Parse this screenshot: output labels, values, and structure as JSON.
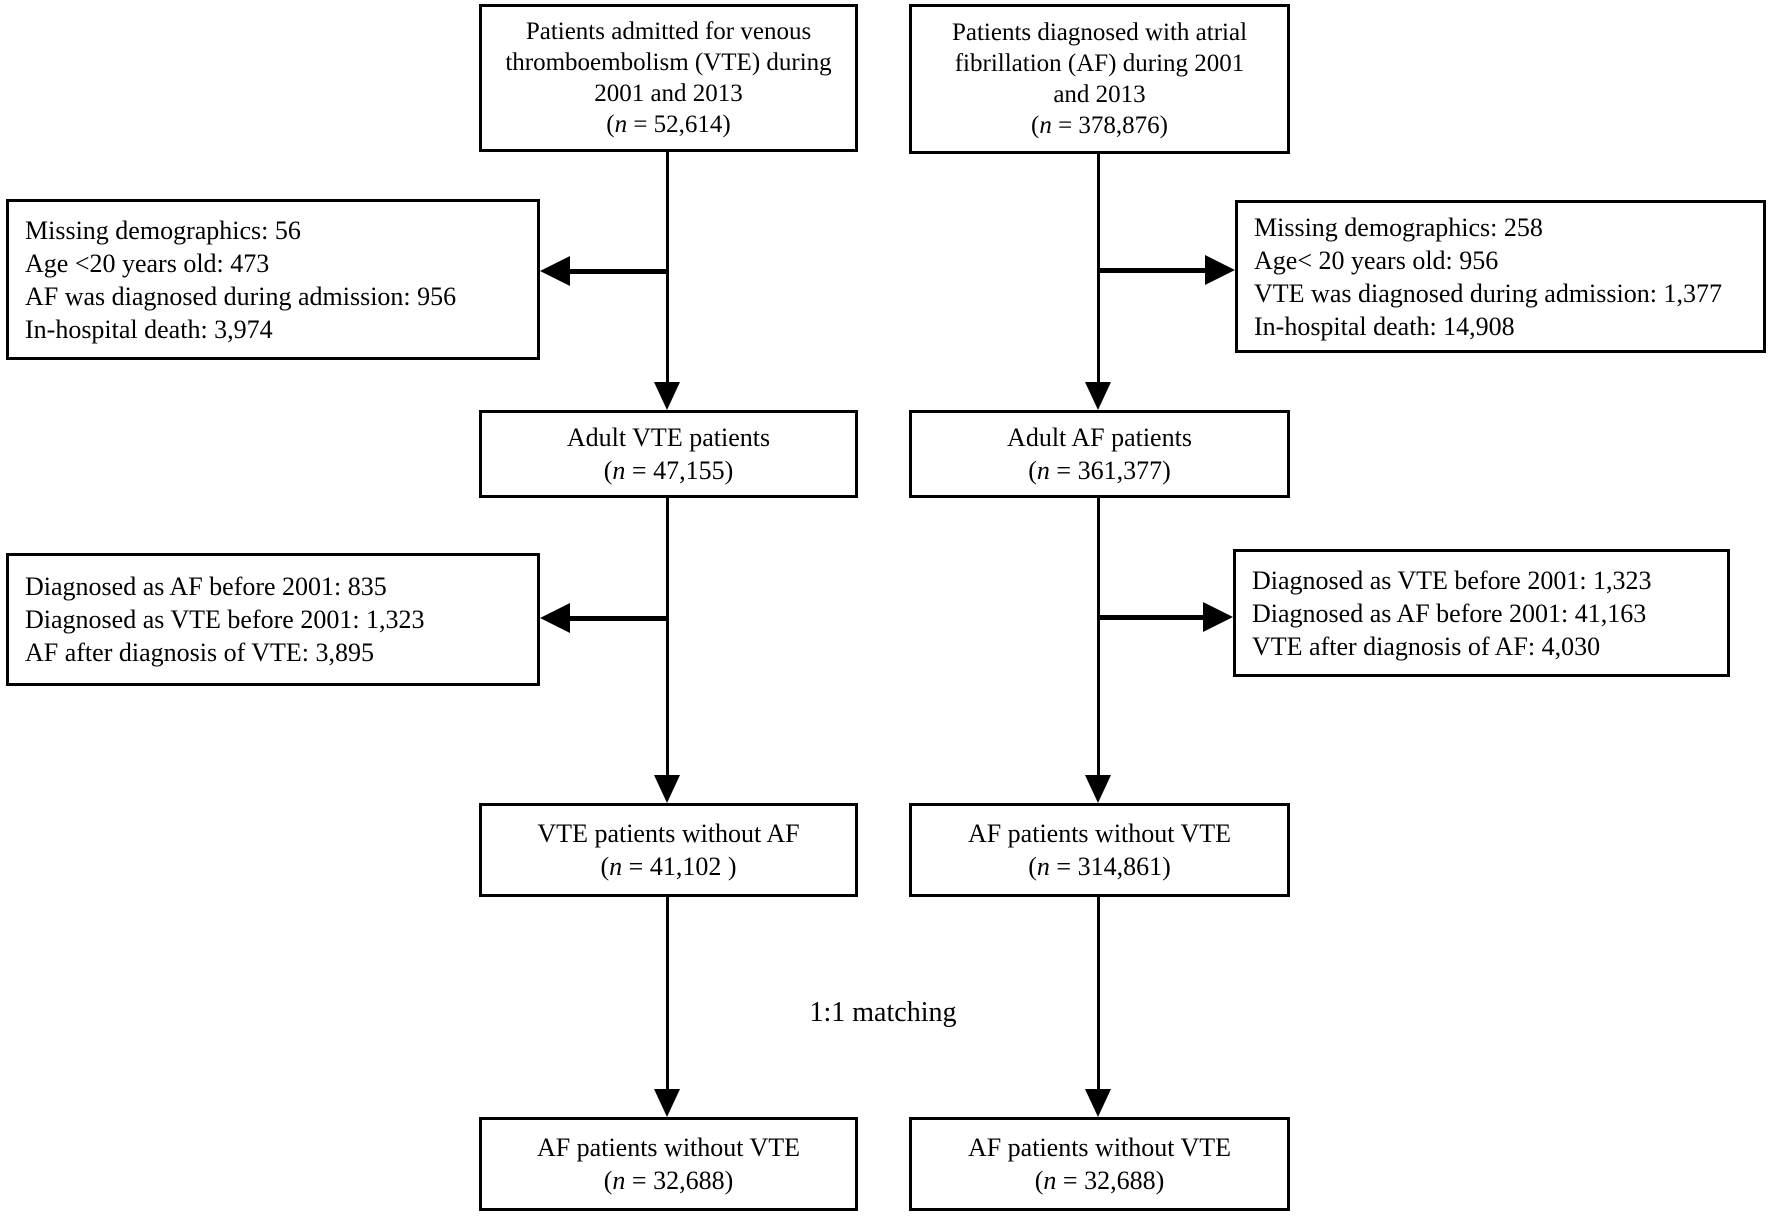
{
  "colors": {
    "background": "#ffffff",
    "box_border": "#000000",
    "arrow": "#000000",
    "text": "#000000"
  },
  "labels": {
    "matching": "1:1 matching"
  },
  "flow": {
    "vte_source": {
      "lines": [
        "Patients admitted for venous",
        "thromboembolism (VTE) during",
        "2001 and 2013",
        "(n = 52,614)"
      ]
    },
    "af_source": {
      "lines": [
        "Patients diagnosed with atrial",
        "fibrillation (AF) during 2001",
        "and 2013",
        "(n = 378,876)"
      ]
    },
    "vte_exclusion1": {
      "lines": [
        "Missing demographics: 56",
        "Age <20 years old: 473",
        "AF was diagnosed during admission: 956",
        "In-hospital death: 3,974"
      ]
    },
    "af_exclusion1": {
      "lines": [
        "Missing demographics: 258",
        "Age< 20 years old: 956",
        "VTE was diagnosed during admission: 1,377",
        "In-hospital death: 14,908"
      ]
    },
    "vte_adult": {
      "lines": [
        "Adult VTE patients",
        "(n = 47,155)"
      ]
    },
    "af_adult": {
      "lines": [
        "Adult AF patients",
        "(n = 361,377)"
      ]
    },
    "vte_exclusion2": {
      "lines": [
        "Diagnosed as AF before 2001: 835",
        "Diagnosed as VTE before 2001: 1,323",
        "AF after diagnosis of VTE: 3,895"
      ]
    },
    "af_exclusion2": {
      "lines": [
        "Diagnosed as VTE before 2001: 1,323",
        "Diagnosed as AF before 2001: 41,163",
        "VTE after diagnosis of AF: 4,030"
      ]
    },
    "vte_without_af": {
      "lines": [
        "VTE patients without AF",
        "(n = 41,102 )"
      ]
    },
    "af_without_vte": {
      "lines": [
        "AF patients without VTE",
        "(n = 314,861)"
      ]
    },
    "vte_matched": {
      "lines": [
        "AF patients without VTE",
        "(n = 32,688)"
      ]
    },
    "af_matched": {
      "lines": [
        "AF patients without VTE",
        "(n = 32,688)"
      ]
    }
  }
}
